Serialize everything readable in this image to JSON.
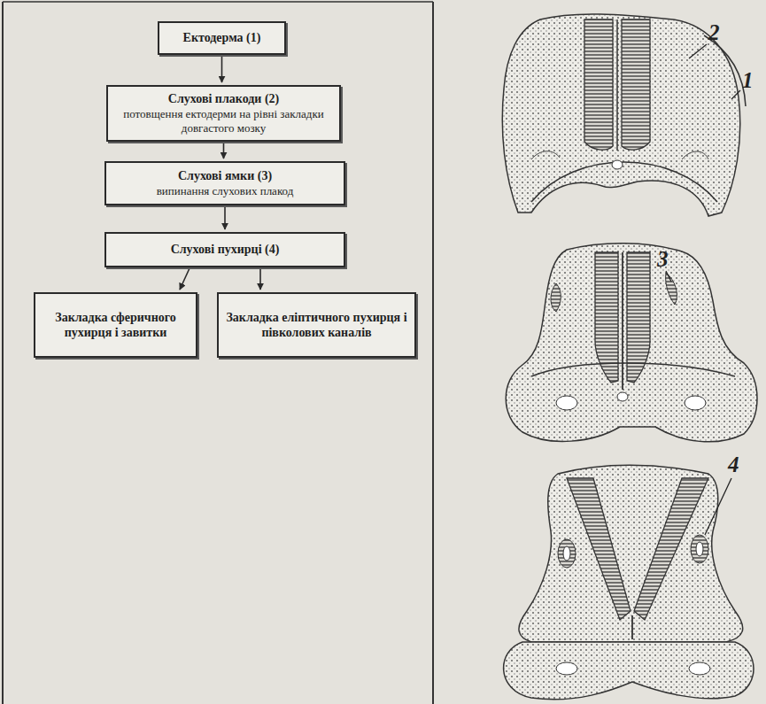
{
  "diagram": {
    "nodes": [
      {
        "text": [
          "Ектодерма (1)"
        ]
      },
      {
        "text": [
          "Слухові плакоди (2)",
          "потовщення ектодерми на рівні закладки довгастого мозку"
        ]
      },
      {
        "text": [
          "Слухові ямки (3)",
          "випинання слухових плакод"
        ]
      },
      {
        "text": [
          "Слухові пухирці (4)"
        ]
      },
      {
        "text": [
          "Закладка сферичного пухирця і завитки"
        ]
      },
      {
        "text": [
          "Закладка еліптичного пухирця і півколових каналів"
        ]
      }
    ],
    "edges": [
      {
        "from": 0,
        "to": 1,
        "arrow": "to"
      },
      {
        "from": 1,
        "to": 2,
        "arrow": "to"
      },
      {
        "from": 2,
        "to": 3,
        "arrow": "to"
      },
      {
        "from": 3,
        "to": 4,
        "arrow": "to"
      },
      {
        "from": 3,
        "to": 5,
        "arrow": "to"
      }
    ],
    "labels": [
      "2",
      "1",
      "3",
      "4"
    ]
  }
}
